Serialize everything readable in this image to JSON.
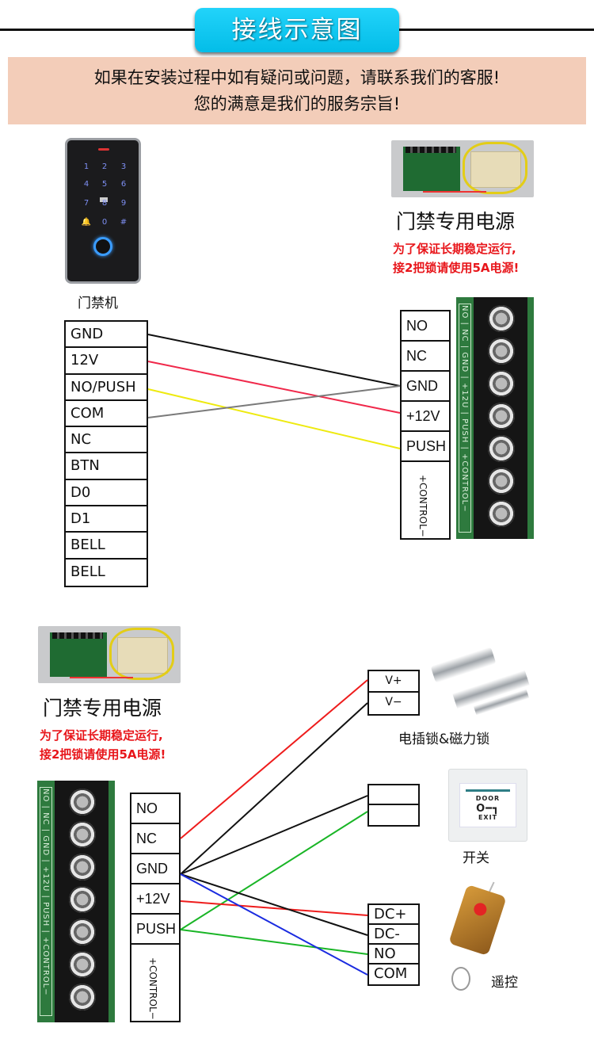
{
  "header": {
    "title": "接线示意图",
    "notice_line1": "如果在安装过程中如有疑问或问题，请联系我们的客服!",
    "notice_line2": "您的满意是我们的服务宗旨!"
  },
  "keypad": {
    "caption": "门禁机",
    "keys": [
      "1",
      "2",
      "3",
      "4",
      "5",
      "6",
      "7",
      "8",
      "9",
      "🔔",
      "0",
      "#"
    ]
  },
  "psu": {
    "title": "门禁专用电源",
    "note_line1": "为了保证长期稳定运行,",
    "note_line2": "接2把锁请使用5A电源!"
  },
  "diagram1": {
    "keypad_terminals": [
      "GND",
      "12V",
      "NO/PUSH",
      "COM",
      "NC",
      "BTN",
      "D0",
      "D1",
      "BELL",
      "BELL"
    ],
    "psu_terminals": [
      "NO",
      "NC",
      "GND",
      "+12V",
      "PUSH"
    ],
    "psu_control_label": "+CONTROL−",
    "strip_label": "NO | NC | GND | +12U | PUSH | +CONTROL−",
    "wires": [
      {
        "from": "GND",
        "to": "GND",
        "color": "#111111"
      },
      {
        "from": "12V",
        "to": "+12V",
        "color": "#f0284a"
      },
      {
        "from": "NO/PUSH",
        "to": "PUSH",
        "color": "#eeea10"
      },
      {
        "from": "COM",
        "to": "GND",
        "color": "#7a7a7a"
      }
    ]
  },
  "diagram2": {
    "psu_terminals": [
      "NO",
      "NC",
      "GND",
      "+12V",
      "PUSH"
    ],
    "psu_control_label": "+CONTROL−",
    "strip_label": "NO | NC | GND | +12U | PUSH | +CONTROL−",
    "lock_terminals": [
      "V+",
      "V−"
    ],
    "lock_caption": "电插锁&磁力锁",
    "exit_terminals": [
      "",
      ""
    ],
    "exit_caption": "开关",
    "exit_button_text_top": "DOOR",
    "exit_button_text_bottom": "EXIT",
    "remote_terminals": [
      "DC+",
      "DC-",
      "NO",
      "COM"
    ],
    "remote_caption": "遥控",
    "wires": [
      {
        "from": "NC",
        "to": "V+",
        "color": "#ee1c1c"
      },
      {
        "from": "GND",
        "to": "V−",
        "color": "#111111"
      },
      {
        "from": "GND",
        "to": "exit-1",
        "color": "#111111"
      },
      {
        "from": "PUSH",
        "to": "exit-2",
        "color": "#19b526"
      },
      {
        "from": "+12V",
        "to": "DC+",
        "color": "#ee1c1c"
      },
      {
        "from": "GND",
        "to": "DC-",
        "color": "#111111"
      },
      {
        "from": "PUSH",
        "to": "NO",
        "color": "#19b526"
      },
      {
        "from": "GND",
        "to": "COM",
        "color": "#1a2be0"
      }
    ]
  }
}
